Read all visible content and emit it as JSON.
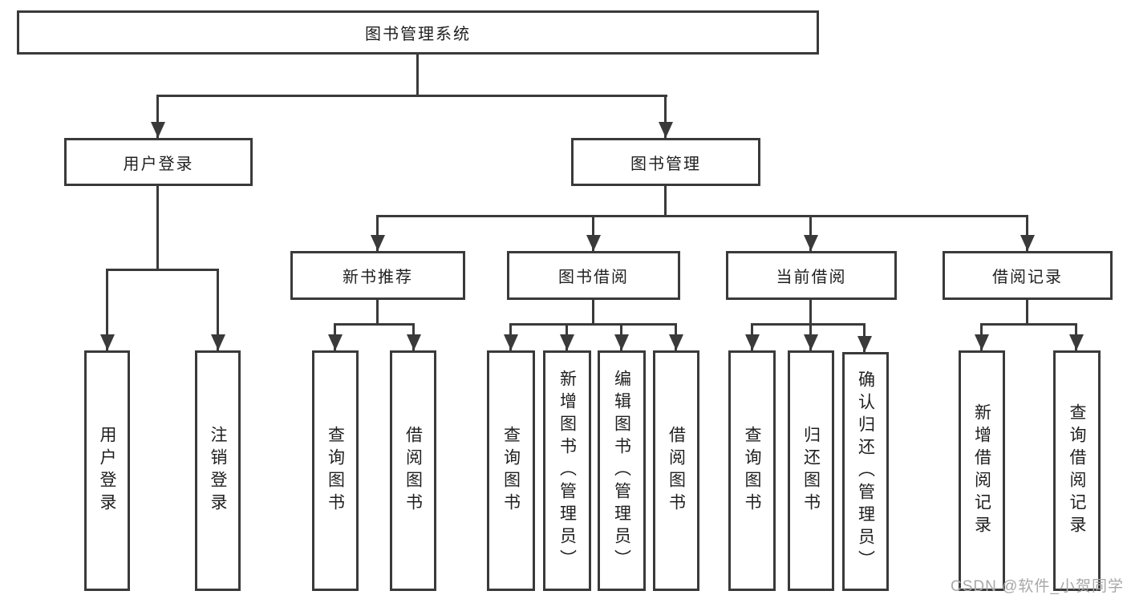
{
  "diagram": {
    "root": {
      "label": "图书管理系统"
    },
    "level2": [
      {
        "label": "用户登录"
      },
      {
        "label": "图书管理"
      }
    ],
    "level3": [
      {
        "label": "新书推荐"
      },
      {
        "label": "图书借阅"
      },
      {
        "label": "当前借阅"
      },
      {
        "label": "借阅记录"
      }
    ],
    "leaves": [
      {
        "label": "用户登录",
        "parent": "用户登录"
      },
      {
        "label": "注销登录",
        "parent": "用户登录"
      },
      {
        "label": "查询图书",
        "parent": "新书推荐"
      },
      {
        "label": "借阅图书",
        "parent": "新书推荐"
      },
      {
        "label": "查询图书",
        "parent": "图书借阅"
      },
      {
        "label": "新增图书（管理员）",
        "parent": "图书借阅"
      },
      {
        "label": "编辑图书（管理员）",
        "parent": "图书借阅"
      },
      {
        "label": "借阅图书",
        "parent": "图书借阅"
      },
      {
        "label": "查询图书",
        "parent": "当前借阅"
      },
      {
        "label": "归还图书",
        "parent": "当前借阅"
      },
      {
        "label": "确认归还（管理员）",
        "parent": "当前借阅"
      },
      {
        "label": "新增借阅记录",
        "parent": "借阅记录"
      },
      {
        "label": "查询借阅记录",
        "parent": "借阅记录"
      }
    ]
  },
  "watermark": "CSDN @软件_小贺同学",
  "colors": {
    "line": "#3a3a3a",
    "text": "#1f1f1f",
    "background": "#ffffff",
    "watermark": "#a8a8a8"
  }
}
